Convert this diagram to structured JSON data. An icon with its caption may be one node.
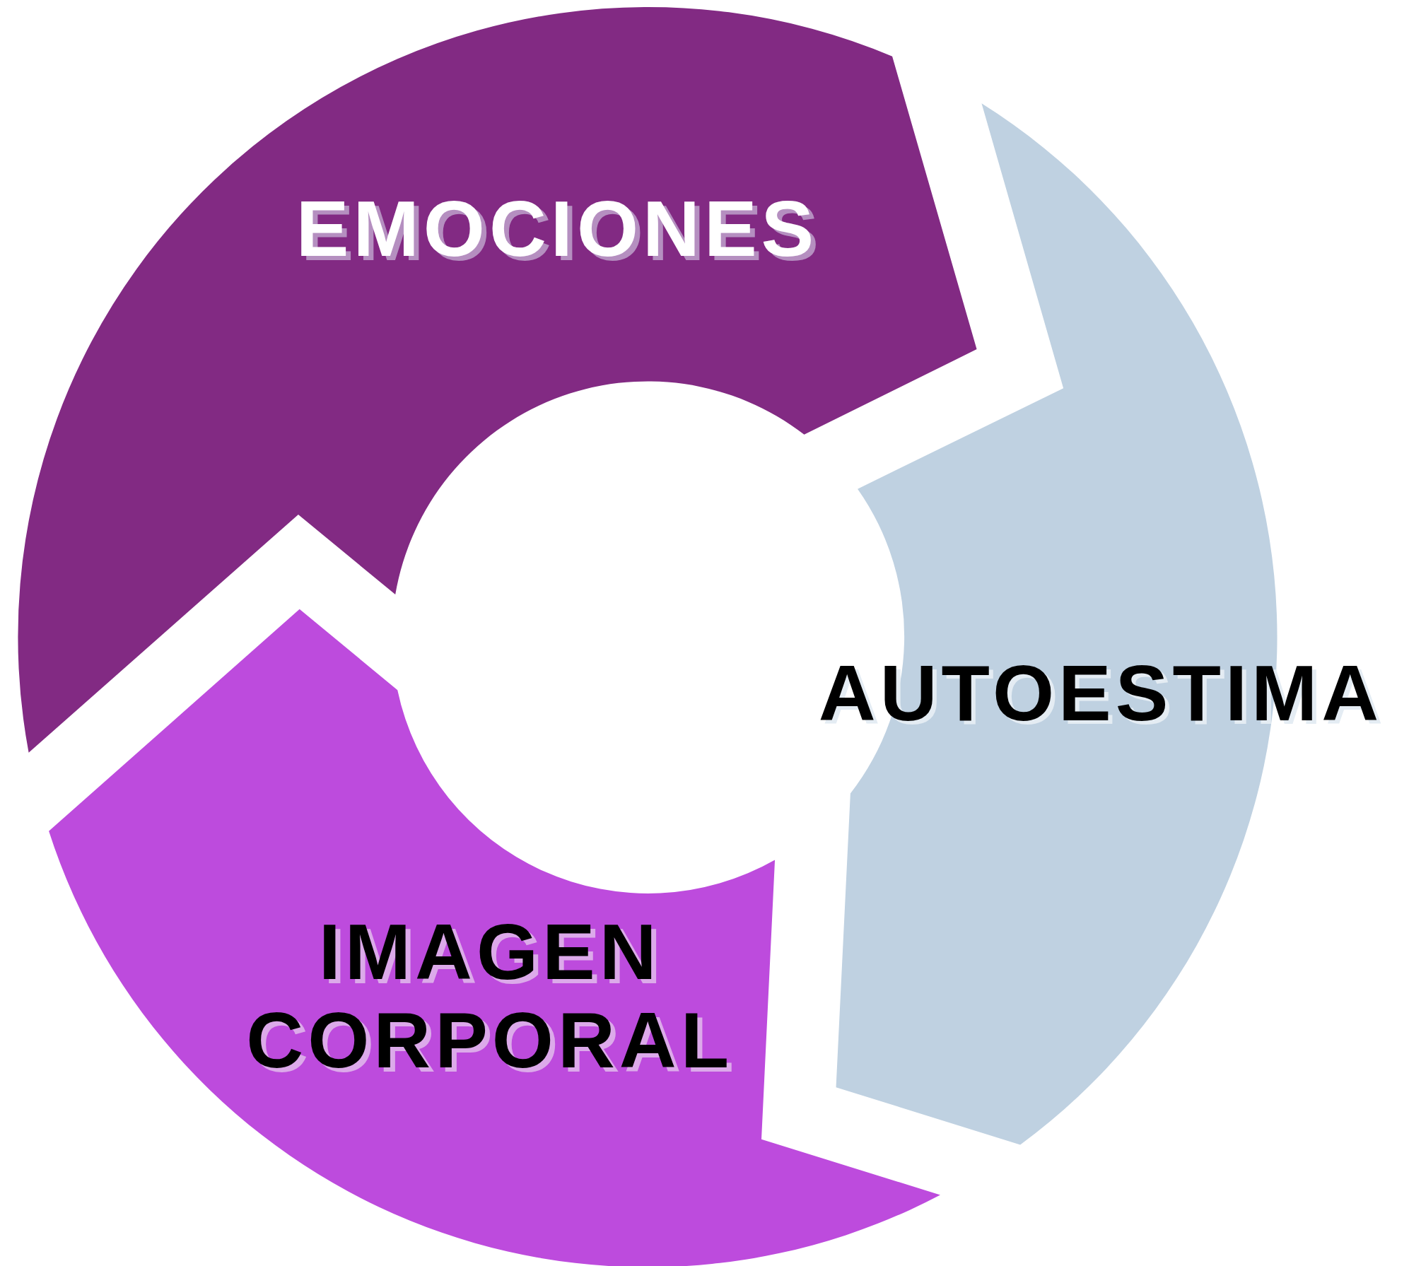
{
  "diagram": {
    "nodes": [
      {
        "text": [
          "EMOCIONES"
        ]
      },
      {
        "text": [
          "AUTOESTIMA"
        ]
      },
      {
        "text": [
          "IMAGEN CORPORAL"
        ]
      }
    ]
  }
}
